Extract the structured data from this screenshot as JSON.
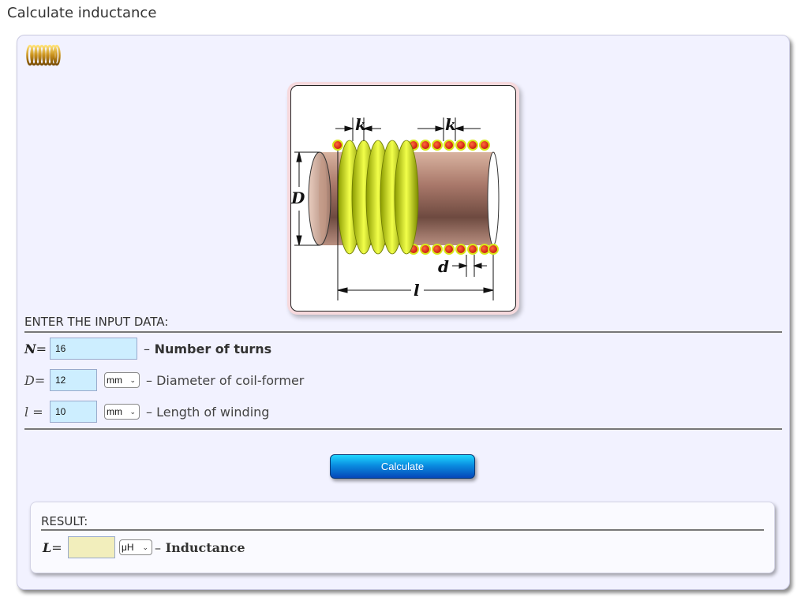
{
  "page": {
    "title": "Calculate inductance"
  },
  "diagram": {
    "label_k": "k",
    "label_D": "D",
    "label_d": "d",
    "label_l": "l"
  },
  "input": {
    "header": "ENTER THE INPUT DATA:",
    "rows": [
      {
        "var": "N",
        "eq": "=",
        "value": "16",
        "unit": "",
        "desc": "Number of turns"
      },
      {
        "var": "D",
        "eq": "=",
        "value": "12",
        "unit": "mm",
        "desc": "Diameter of coil-former"
      },
      {
        "var": "l",
        "eq": "=",
        "value": "10",
        "unit": "mm",
        "desc": "Length of winding"
      }
    ]
  },
  "actions": {
    "calculate_label": "Calculate"
  },
  "result": {
    "header": "RESULT:",
    "var": "L",
    "eq": "=",
    "value": "",
    "unit": "μH",
    "desc": "Inductance"
  },
  "colors": {
    "panel_bg": "#f2f2ff",
    "input_bg": "#cdeeff",
    "result_bg": "#f2eebc",
    "coil_yellow": "#d8e81a",
    "wire_red": "#e0251a",
    "button_blue": "#0a8de0"
  },
  "dash": "–"
}
